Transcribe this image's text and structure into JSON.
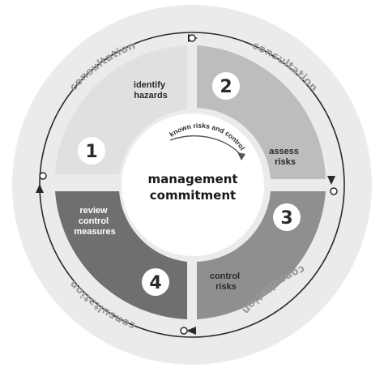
{
  "center": {
    "line1": "management",
    "line2": "commitment"
  },
  "steps": [
    {
      "number": "1",
      "label_lines": [
        "identify",
        "hazards"
      ]
    },
    {
      "number": "2",
      "label_lines": [
        "assess",
        "risks"
      ]
    },
    {
      "number": "3",
      "label_lines": [
        "control",
        "risks"
      ]
    },
    {
      "number": "4",
      "label_lines": [
        "review",
        "control",
        "measures"
      ]
    }
  ],
  "inner_arrow_label": "known risks and control",
  "consultation": [
    "consultation",
    "consultation",
    "consultation",
    "consultation"
  ],
  "colors": {
    "outer_ring": "#ebebeb",
    "quadrant_1": "#e0e0e0",
    "quadrant_2": "#bdbdbd",
    "quadrant_3": "#8f8f8f",
    "quadrant_4": "#6f6f6f",
    "text_dark": "#2a2a2a",
    "text_light": "#ffffff",
    "ring_line": "#2a2a2a"
  }
}
